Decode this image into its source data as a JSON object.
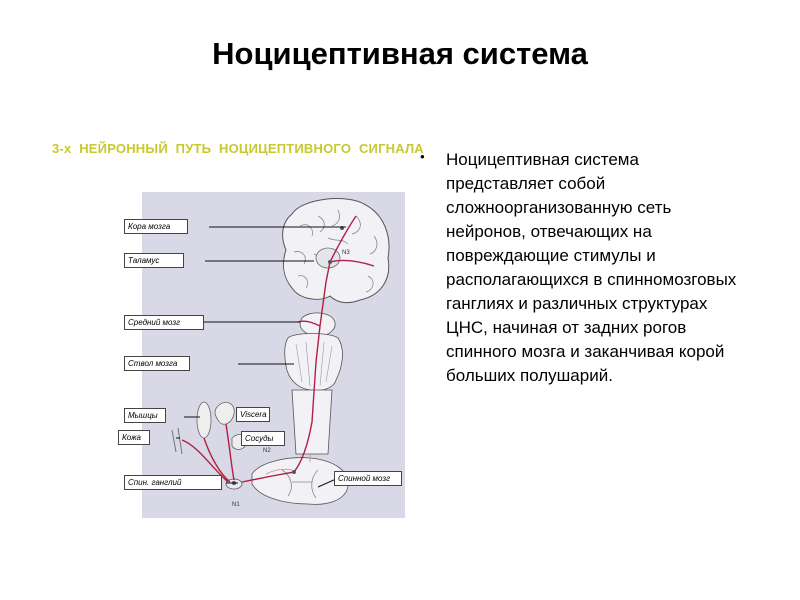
{
  "slide": {
    "title": "Ноцицептивная система",
    "subtitle": "3-х  НЕЙРОННЫЙ  ПУТЬ  НОЦИЦЕПТИВНОГО  СИГНАЛА"
  },
  "figure": {
    "labels": {
      "cortex": "Кора мозга",
      "thalamus": "Таламус",
      "midbrain": "Средний мозг",
      "brainstem": "Ствол мозга",
      "muscles": "Мышцы",
      "viscera": "Viscera",
      "skin": "Кожа",
      "vessels": "Сосуды",
      "spinal_ganglion": "Спин. ганглий",
      "spinal_cord": "Спинной мозг"
    },
    "neuron_markers": {
      "n1": "N1",
      "n2": "N2",
      "n3": "N3"
    },
    "colors": {
      "pathway": "#b02040",
      "background": "#d9d8e6",
      "tissue": "#f2f2f6"
    }
  },
  "description": {
    "text": "Ноцицептивная система представляет собой сложноорганизованную сеть нейронов, отвечающих на повреждающие стимулы и располагающихся в спинномозговых ганглиях и различных структурах ЦНС, начиная от задних рогов спинного мозга и заканчивая корой больших полушарий."
  }
}
